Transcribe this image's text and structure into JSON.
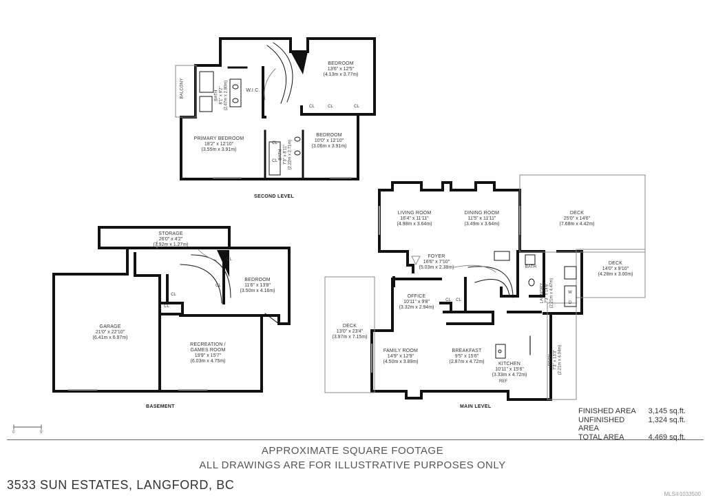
{
  "rooms": {
    "bedroom_top": {
      "name": "BEDROOM",
      "dim1": "13'6\" x 12'5\"",
      "dim2": "(4.13m x 3.77m)"
    },
    "bath_second": {
      "name": "BATH",
      "dim1": "8'1\" x 9'2\"",
      "dim2": "(2.47m x 2.80m)"
    },
    "wic": {
      "name": "W.I.C."
    },
    "balcony": {
      "name": "BALCONY"
    },
    "primary_bedroom": {
      "name": "PRIMARY BEDROOM",
      "dim1": "18'2\" x 12'10\"",
      "dim2": "(3.55m x 3.91m)"
    },
    "bedroom_second": {
      "name": "BEDROOM",
      "dim1": "10'0\" x 12'10\"",
      "dim2": "(3.06m x 3.91m)"
    },
    "bath_small": {
      "name": "BATH",
      "dim1": "7'3\" x 8'11\"",
      "dim2": "(2.22m x 2.71m)"
    },
    "living_room": {
      "name": "LIVING ROOM",
      "dim1": "16'4\" x 11'11\"",
      "dim2": "(4.98m x 3.64m)"
    },
    "dining_room": {
      "name": "DINING ROOM",
      "dim1": "11'5\" x 11'11\"",
      "dim2": "(3.49m x 3.64m)"
    },
    "deck_upper": {
      "name": "DECK",
      "dim1": "25'0\" x 14'6\"",
      "dim2": "(7.68m x 4.42m)"
    },
    "deck_right": {
      "name": "DECK",
      "dim1": "14'0\" x 9'10\"",
      "dim2": "(4.28m x 3.00m)"
    },
    "foyer": {
      "name": "FOYER",
      "dim1": "16'6\" x 7'10\"",
      "dim2": "(5.03m x 2.38m)"
    },
    "bath_main": {
      "name": "BATH"
    },
    "laundry": {
      "name": "LAUNDRY",
      "dim1": "7'3\" x 14'8\"",
      "dim2": "(2.21m x 4.47m)"
    },
    "office": {
      "name": "OFFICE",
      "dim1": "10'11\" x 9'8\"",
      "dim2": "(3.32m x 2.94m)"
    },
    "deck_left": {
      "name": "DECK",
      "dim1": "13'0\" x 23'4\"",
      "dim2": "(3.97m x 7.15m)"
    },
    "family_room": {
      "name": "FAMILY ROOM",
      "dim1": "14'9\" x 12'9\"",
      "dim2": "(4.50m x 3.89m)"
    },
    "breakfast": {
      "name": "BREAKFAST",
      "dim1": "9'5\" x 15'6\"",
      "dim2": "(2.87m x 4.72m)"
    },
    "kitchen": {
      "name": "KITCHEN",
      "dim1": "10'11\" x 15'6\"",
      "dim2": "(3.33m x 4.72m)"
    },
    "deck_side": {
      "name": "DECK",
      "dim1": "7'3\" x 13'3\"",
      "dim2": "(2.21m x 4.04m)"
    },
    "storage": {
      "name": "STORAGE",
      "dim1": "26'0\" x 4'2\"",
      "dim2": "(7.92m x 1.27m)"
    },
    "bedroom_base": {
      "name": "BEDROOM",
      "dim1": "11'6\" x 13'8\"",
      "dim2": "(3.50m x 4.16m)"
    },
    "garage": {
      "name": "GARAGE",
      "dim1": "21'0\" x 22'10\"",
      "dim2": "(6.41m x 6.97m)"
    },
    "recreation": {
      "name": "RECREATION /",
      "name2": "GAMES ROOM",
      "dim1": "19'9\" x 15'7\"",
      "dim2": "(6.03m x 4.75m)"
    }
  },
  "small_labels": {
    "cl": "CL",
    "w": "W",
    "d": "D",
    "ref": "REF"
  },
  "levels": {
    "second": "SECOND LEVEL",
    "main": "MAIN LEVEL",
    "basement": "BASEMENT"
  },
  "areas": [
    {
      "label": "FINISHED AREA",
      "value": "3,145 sq.ft."
    },
    {
      "label": "UNFINISHED AREA",
      "value": "1,324 sq.ft."
    },
    {
      "label": "TOTAL AREA",
      "value": "4,469 sq.ft."
    }
  ],
  "footer": {
    "approx_line1": "APPROXIMATE SQUARE FOOTAGE",
    "approx_line2": "ALL DRAWINGS ARE FOR ILLUSTRATIVE PURPOSES ONLY",
    "address": "3533 SUN ESTATES, LANGFORD, BC",
    "mls": "MLS®1033500",
    "scale_start": "0",
    "scale_end": "5'"
  }
}
